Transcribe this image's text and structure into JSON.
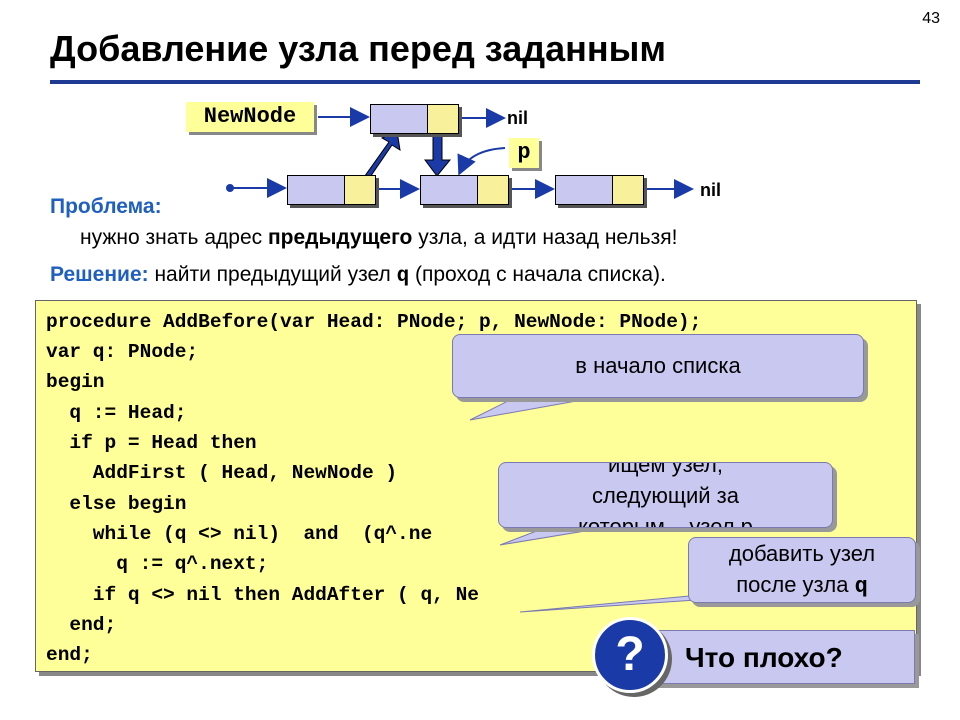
{
  "slide_number": "43",
  "title": "Добавление узла перед заданным",
  "diagram": {
    "newnode_label": "NewNode",
    "p_label": "p",
    "nil_top": "nil",
    "nil_bottom": "nil"
  },
  "problem": {
    "label": "Проблема:",
    "line_before": "нужно знать адрес ",
    "line_bold": "предыдущего",
    "line_after": " узла, а идти назад нельзя!"
  },
  "solution": {
    "label": "Решение:",
    "text_before": " найти предыдущий узел ",
    "var": "q",
    "text_after": " (проход с начала списка)."
  },
  "code_lines": [
    "procedure AddBefore(var Head: PNode; p, NewNode: PNode);",
    "var q: PNode;",
    "begin",
    "  q := Head;",
    "  if p = Head then",
    "    AddFirst ( Head, NewNode )",
    "  else begin",
    "    while (q <> nil)  and  (q^.ne",
    "      q := q^.next;",
    "    if q <> nil then AddAfter ( q, Ne",
    "  end;",
    "end;"
  ],
  "callouts": {
    "start": "в начало списка",
    "search_line1": "ищем узел,",
    "search_line2": "следующий за",
    "search_line3": "которым – узел p",
    "add_line1": "добавить узел",
    "add_line2_text": "после узла ",
    "add_line2_var": "q"
  },
  "question": {
    "mark": "?",
    "text": "Что плохо?"
  }
}
